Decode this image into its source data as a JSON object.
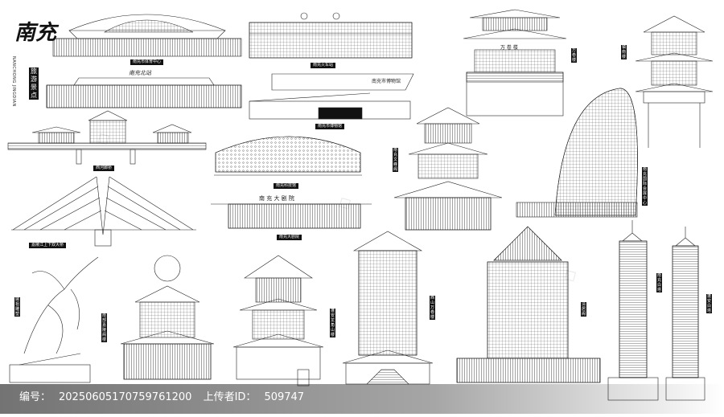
{
  "logo": {
    "title": "南充",
    "subtitle": "旅游景点",
    "pinyin": "NANCHONG JINGDIAN"
  },
  "labels": {
    "sports_center": "南充市体育中心",
    "railway_station": "南充火车站",
    "museum": "南充市博物馆",
    "xihe_bridge": "西河廊桥",
    "tech_museum": "南充科技馆",
    "jialing_bridge": "嘉陵江上下双大桥",
    "theater": "南充大剧院",
    "wanjuan": "万卷楼",
    "zhenbei": "镇南楼",
    "wenfeng": "南充文峰阁",
    "convention": "南充国际会展中心",
    "statue": "嫘祖雕塑",
    "tianya": "南部嘉陵阁楼",
    "qinglong": "蓬安龙角山楼",
    "guoshi": "西山万卷楼",
    "qingju": "清居阁",
    "baita": "南充白塔",
    "baita2": "蓬安白塔"
  },
  "signs": {
    "nanchong_station": "南充北站",
    "museum_sign": "南充市博物馆",
    "theater_sign": "南 充 大 剧 院",
    "pavilion_sign": "万 卷 楼"
  },
  "footer": {
    "id_label": "编号：",
    "id_value": "20250605170759761200",
    "uploader_label": "上传者ID：",
    "uploader_value": "509747"
  }
}
